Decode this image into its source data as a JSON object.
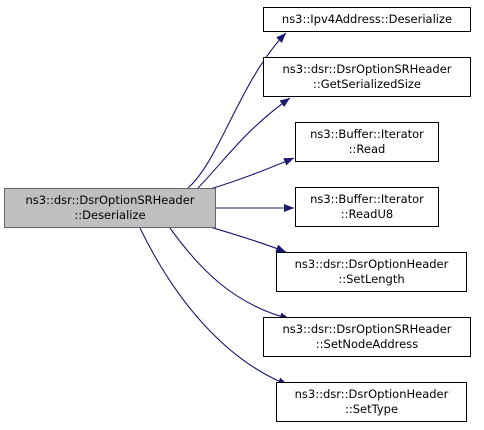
{
  "root": {
    "id": "deserialize",
    "lines": [
      "ns3::dsr::DsrOptionSRHeader",
      "::Deserialize"
    ]
  },
  "callees": [
    {
      "id": "ipv4-deserialize",
      "lines": [
        "ns3::Ipv4Address::Deserialize"
      ]
    },
    {
      "id": "get-serialized-size",
      "lines": [
        "ns3::dsr::DsrOptionSRHeader",
        "::GetSerializedSize"
      ]
    },
    {
      "id": "buffer-read",
      "lines": [
        "ns3::Buffer::Iterator",
        "::Read"
      ]
    },
    {
      "id": "buffer-readu8",
      "lines": [
        "ns3::Buffer::Iterator",
        "::ReadU8"
      ]
    },
    {
      "id": "set-length",
      "lines": [
        "ns3::dsr::DsrOptionHeader",
        "::SetLength"
      ]
    },
    {
      "id": "set-node-address",
      "lines": [
        "ns3::dsr::DsrOptionSRHeader",
        "::SetNodeAddress"
      ]
    },
    {
      "id": "set-type",
      "lines": [
        "ns3::dsr::DsrOptionHeader",
        "::SetType"
      ]
    }
  ],
  "colors": {
    "edge": "#191970",
    "root_fill": "#bfbfbf",
    "node_border": "#000000"
  }
}
